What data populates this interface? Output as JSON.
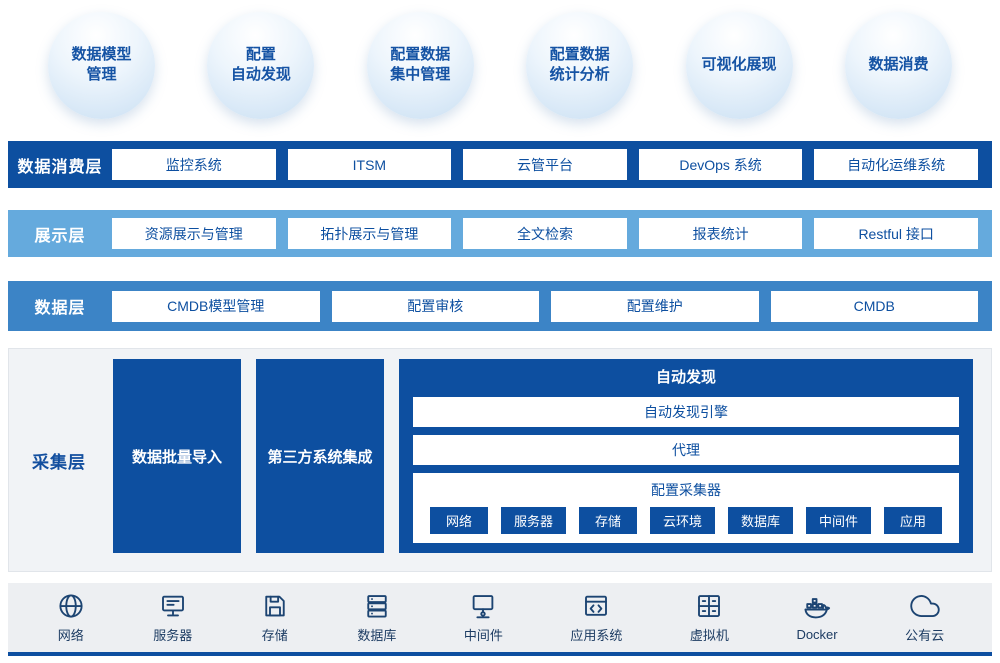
{
  "colors": {
    "dark_blue": "#0d4fa0",
    "medium_blue": "#3c84c6",
    "light_blue": "#65aadd",
    "bubble_text_blue": "#1553a4",
    "collection_bg": "#f1f3f6",
    "bottom_bg": "#edeff2",
    "icon_navy": "#1c4472"
  },
  "bubbles": [
    {
      "label": "数据模型\n管理"
    },
    {
      "label": "配置\n自动发现"
    },
    {
      "label": "配置数据\n集中管理"
    },
    {
      "label": "配置数据\n统计分析"
    },
    {
      "label": "可视化展现"
    },
    {
      "label": "数据消费"
    }
  ],
  "layers": [
    {
      "name": "数据消费层",
      "items": [
        "监控系统",
        "ITSM",
        "云管平台",
        "DevOps 系统",
        "自动化运维系统"
      ]
    },
    {
      "name": "展示层",
      "items": [
        "资源展示与管理",
        "拓扑展示与管理",
        "全文检索",
        "报表统计",
        "Restful 接口"
      ]
    },
    {
      "name": "数据层",
      "items": [
        "CMDB模型管理",
        "配置审核",
        "配置维护",
        "CMDB"
      ]
    }
  ],
  "collection": {
    "name": "采集层",
    "vertical_boxes": [
      "数据批量导入",
      "第三方系统集成"
    ],
    "auto_discovery": {
      "title": "自动发现",
      "bars": [
        "自动发现引擎",
        "代理"
      ],
      "collector": {
        "title": "配置采集器",
        "items": [
          "网络",
          "服务器",
          "存储",
          "云环境",
          "数据库",
          "中间件",
          "应用"
        ]
      }
    }
  },
  "bottom_bar": {
    "items": [
      {
        "icon": "network-icon",
        "label": "网络"
      },
      {
        "icon": "server-icon",
        "label": "服务器"
      },
      {
        "icon": "storage-icon",
        "label": "存储"
      },
      {
        "icon": "database-icon",
        "label": "数据库"
      },
      {
        "icon": "middleware-icon",
        "label": "中间件"
      },
      {
        "icon": "app-system-icon",
        "label": "应用系统"
      },
      {
        "icon": "vm-icon",
        "label": "虚拟机"
      },
      {
        "icon": "docker-icon",
        "label": "Docker"
      },
      {
        "icon": "public-cloud-icon",
        "label": "公有云"
      }
    ]
  }
}
